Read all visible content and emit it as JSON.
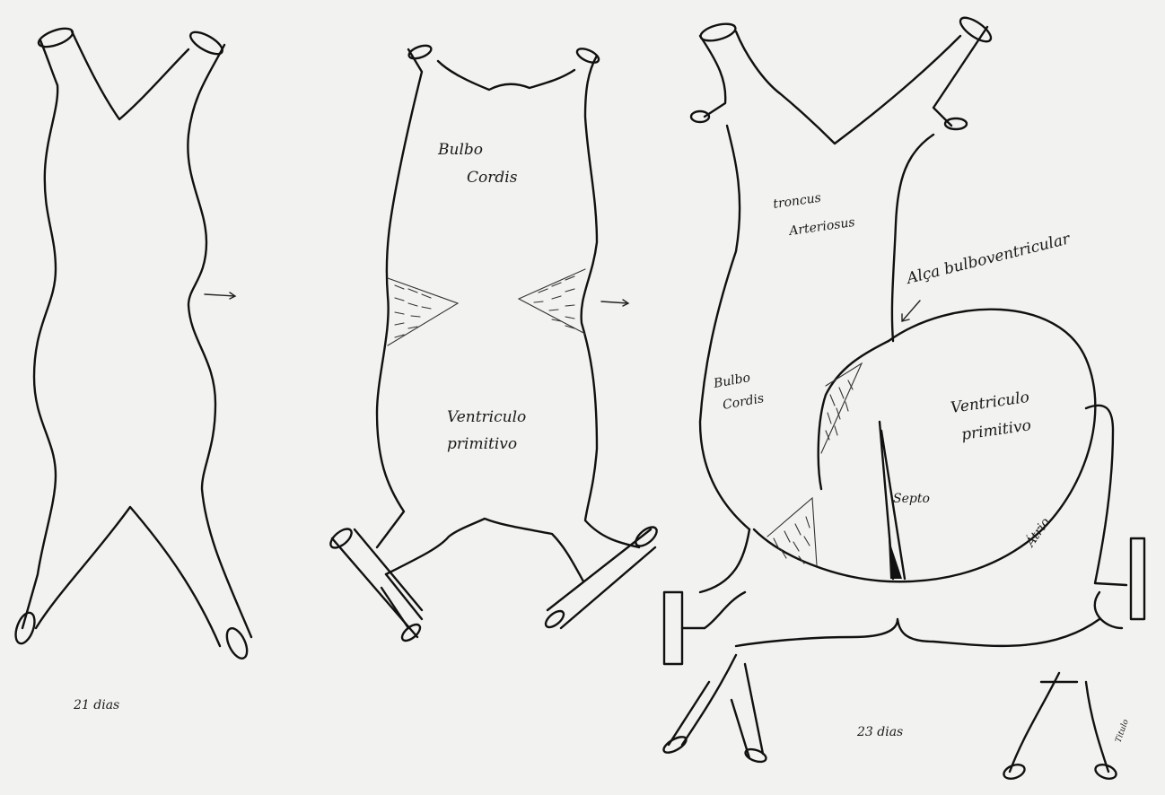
{
  "stage1": {
    "age_label": "21 dias"
  },
  "stage2": {
    "upper_label_1": "Bulbo",
    "upper_label_2": "Cordis",
    "lower_label_1": "Ventriculo",
    "lower_label_2": "primitivo"
  },
  "stage3": {
    "truncus_1": "troncus",
    "truncus_2": "Arteriosus",
    "loop_label": "Alça bulboventricular",
    "bulbo_1": "Bulbo",
    "bulbo_2": "Cordis",
    "ventricle_1": "Ventriculo",
    "ventricle_2": "primitivo",
    "septum": "Septo",
    "atrium": "Átrio",
    "age_label": "23 dias",
    "signature": "Titulo"
  }
}
